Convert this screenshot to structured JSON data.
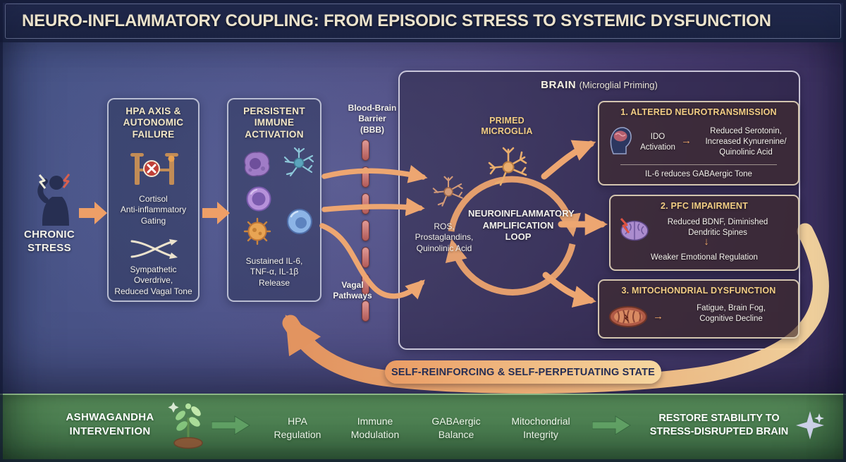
{
  "title": "NEURO-INFLAMMATORY COUPLING: FROM EPISODIC STRESS TO SYSTEMIC DYSFUNCTION",
  "stress": {
    "label": "CHRONIC\nSTRESS"
  },
  "hpa": {
    "title": "HPA AXIS &\nAUTONOMIC\nFAILURE",
    "cortisol": "Cortisol\nAnti-inflammatory\nGating",
    "sympathetic": "Sympathetic\nOverdrive,\nReduced Vagal Tone"
  },
  "immune": {
    "title": "PERSISTENT\nIMMUNE\nACTIVATION",
    "release": "Sustained IL-6,\nTNF-α, IL-1β\nRelease"
  },
  "bbb_label": "Blood-Brain\nBarrier\n(BBB)",
  "vagal_label": "Vagal\nPathways",
  "brain": {
    "title": "BRAIN",
    "subtitle": "(Microglial Priming)",
    "primed": "PRIMED\nMICROGLIA",
    "ros": "ROS,\nProstaglandins,\nQuinolinic Acid",
    "loop": "NEUROINFLAMMATORY\nAMPLIFICATION\nLOOP",
    "box1": {
      "title": "1. ALTERED NEUROTRANSMISSION",
      "ido": "IDO\nActivation",
      "arrow": "→",
      "result": "Reduced Serotonin,\nIncreased Kynurenine/\nQuinolinic Acid",
      "note": "IL-6 reduces GABAergic Tone"
    },
    "box2": {
      "title": "2. PFC IMPAIRMENT",
      "cause": "Reduced BDNF, Diminished\nDendritic Spines",
      "arrow": "↓",
      "result": "Weaker Emotional Regulation"
    },
    "box3": {
      "title": "3. MITOCHONDRIAL DYSFUNCTION",
      "arrow": "→",
      "result": "Fatigue, Brain Fog,\nCognitive Decline"
    }
  },
  "loop_banner": "SELF-REINFORCING & SELF-PERPETUATING STATE",
  "intervention": {
    "title": "ASHWAGANDHA\nINTERVENTION",
    "steps": [
      {
        "label": "HPA\nRegulation"
      },
      {
        "label": "Immune\nModulation"
      },
      {
        "label": "GABAergic\nBalance"
      },
      {
        "label": "Mitochondrial\nIntegrity"
      }
    ],
    "result": "RESTORE STABILITY TO\nSTRESS-DISRUPTED BRAIN"
  },
  "colors": {
    "accent_orange": "#eda671",
    "heading_gold": "#f2cd84",
    "cream_text": "#f3e7c6",
    "green_accent": "#5f9f63"
  }
}
